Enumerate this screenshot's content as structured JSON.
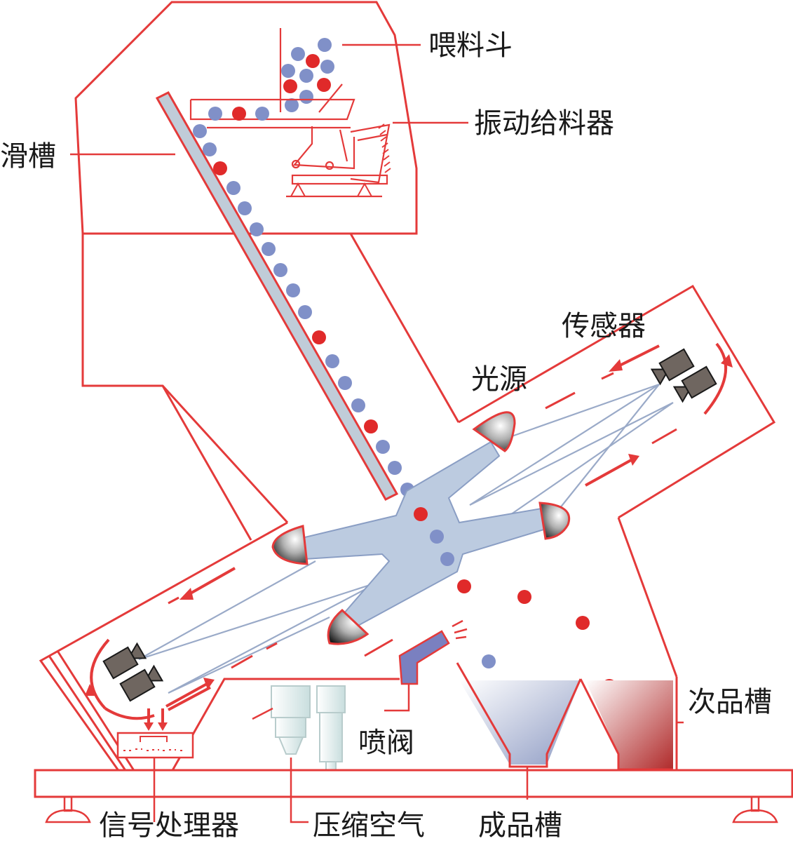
{
  "labels": {
    "hopper": "喂料斗",
    "vibratory_feeder": "振动给料器",
    "chute": "滑槽",
    "sensor": "传感器",
    "light_source": "光源",
    "reject_bin": "次品槽",
    "ejector_valve": "喷阀",
    "signal_processor": "信号处理器",
    "compressed_air": "压缩空气",
    "accept_bin": "成品槽"
  },
  "colors": {
    "frame": "#e43a3a",
    "good_particle": "#8090c8",
    "bad_particle": "#e02a2a",
    "chute_fill": "#c0ccd8",
    "chamber_fill": "#bccbe0",
    "beam": "#9aaac8",
    "camera": "#6f6660"
  }
}
